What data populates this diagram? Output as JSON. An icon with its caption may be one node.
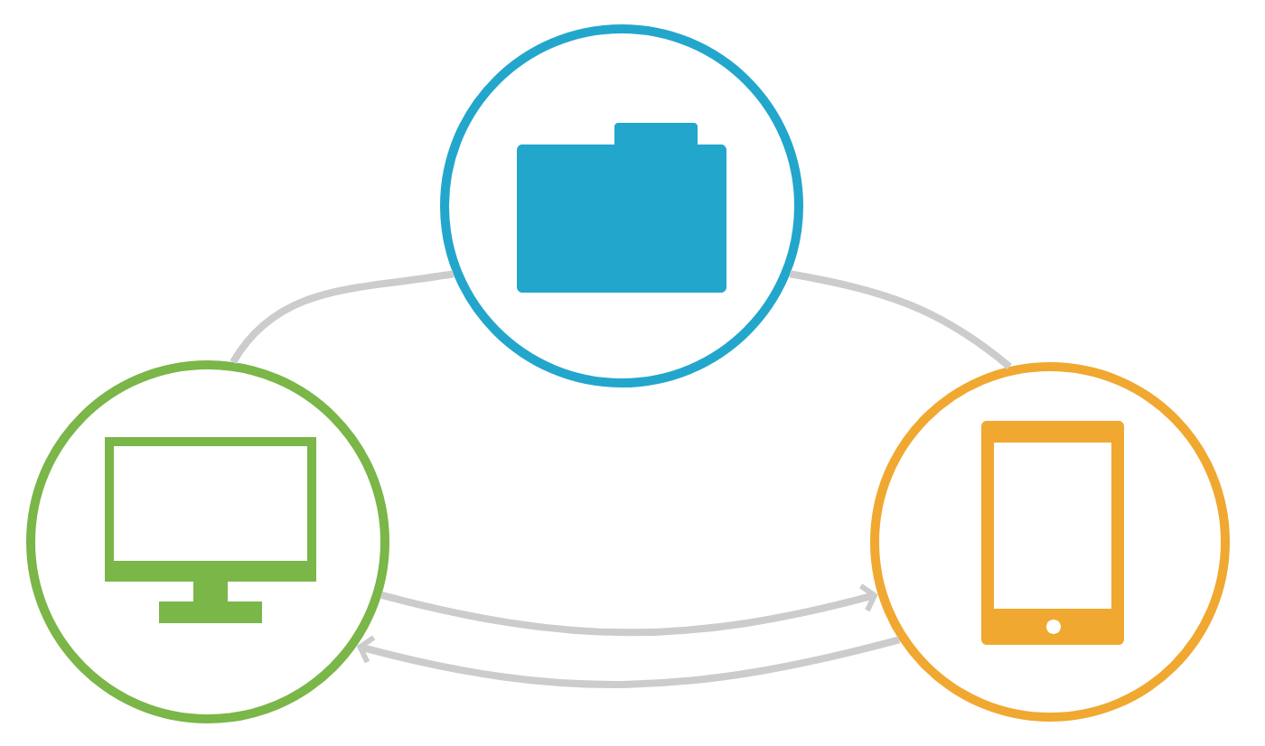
{
  "diagram": {
    "nodes": [
      {
        "text": [],
        "shape": "circle"
      },
      {
        "text": [],
        "shape": "circle"
      },
      {
        "text": [],
        "shape": "circle"
      }
    ],
    "edges": [
      {
        "from": 1,
        "to": 0,
        "arrow": "none"
      },
      {
        "from": 0,
        "to": 2,
        "arrow": "none"
      },
      {
        "from": 1,
        "to": 2,
        "arrow": "to"
      },
      {
        "from": 2,
        "to": 1,
        "arrow": "to"
      }
    ]
  }
}
